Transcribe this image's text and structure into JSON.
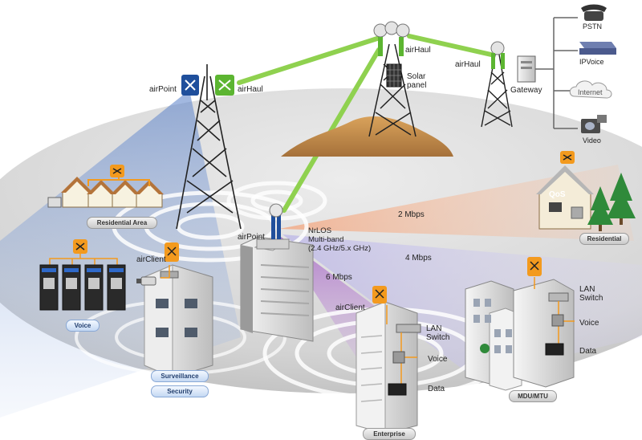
{
  "colors": {
    "link_green": "#8fd14f",
    "bolt_orange": "#f39a1e",
    "airpoint_blue": "#1f4f9c",
    "airhaul_green": "#5cb531",
    "ground": "#d9d9d9"
  },
  "nodes": {
    "airpoint_left": "airPoint",
    "airhaul_left": "airHaul",
    "airhaul_top": "airHaul",
    "airhaul_right": "airHaul",
    "solar_panel": "Solar\npanel",
    "gateway": "Gateway",
    "airpoint_center": "airPoint",
    "nrlos": "NrLOS\nMulti-band\n(2.4 GHz/5.x GHz)",
    "airclient_left": "airClient",
    "airclient_center": "airClient",
    "qos": "QoS"
  },
  "services": {
    "pstn": "PSTN",
    "ipvoice": "IPVoice",
    "internet": "Internet",
    "video": "Video"
  },
  "rates": {
    "r2": "2 Mbps",
    "r4": "4 Mbps",
    "r6": "6 Mbps"
  },
  "enterprise": {
    "lan_switch": "LAN\nSwitch",
    "voice": "Voice",
    "data": "Data"
  },
  "mdu": {
    "lan_switch": "LAN\nSwitch",
    "voice": "Voice",
    "data": "Data"
  },
  "areas": {
    "residential_area": "Residential Area",
    "residential": "Residential",
    "voice": "Voice",
    "surveillance": "Surveillance",
    "security": "Security",
    "enterprise": "Enterprise",
    "mdu_mtu": "MDU/MTU"
  }
}
